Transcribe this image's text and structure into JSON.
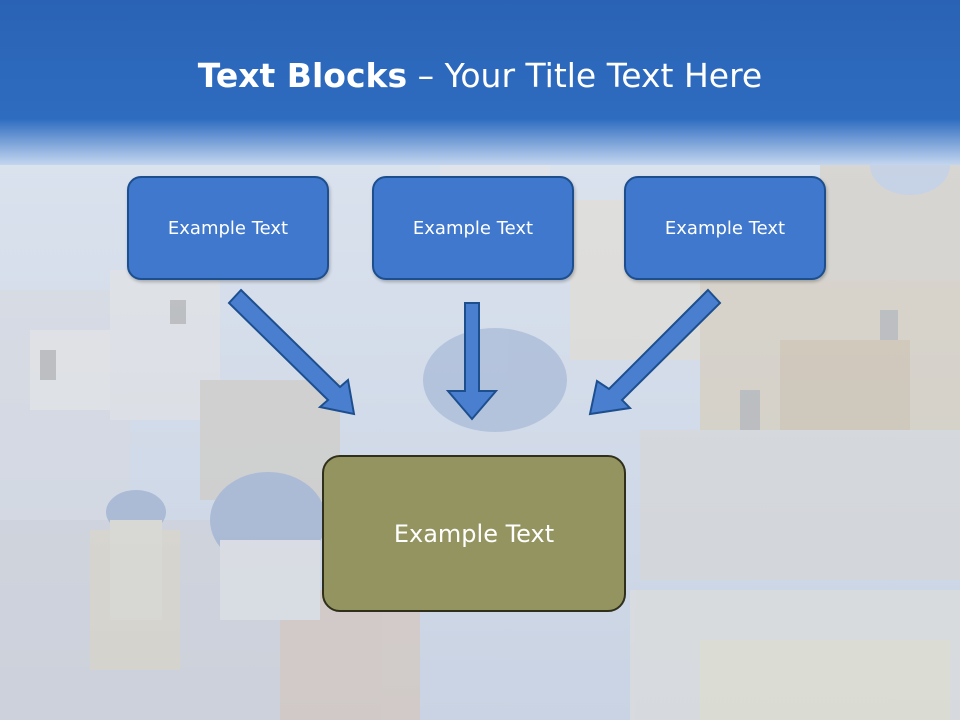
{
  "slide": {
    "title_bold": "Text Blocks",
    "title_dash": " – ",
    "title_rest": "Your Title Text Here"
  },
  "diagram": {
    "blocks": [
      {
        "text": "Example Text"
      },
      {
        "text": "Example Text"
      },
      {
        "text": "Example Text"
      }
    ],
    "center": {
      "text": "Example Text"
    }
  },
  "colors": {
    "header_blue": "#2a64b6",
    "box_blue": "#3f78cc",
    "box_border": "#1d4f8f",
    "center_fill": "#949460",
    "arrow_fill": "#4a7fd0",
    "arrow_stroke": "#1d4f8f"
  },
  "background": {
    "description_icon": "village-photo"
  }
}
